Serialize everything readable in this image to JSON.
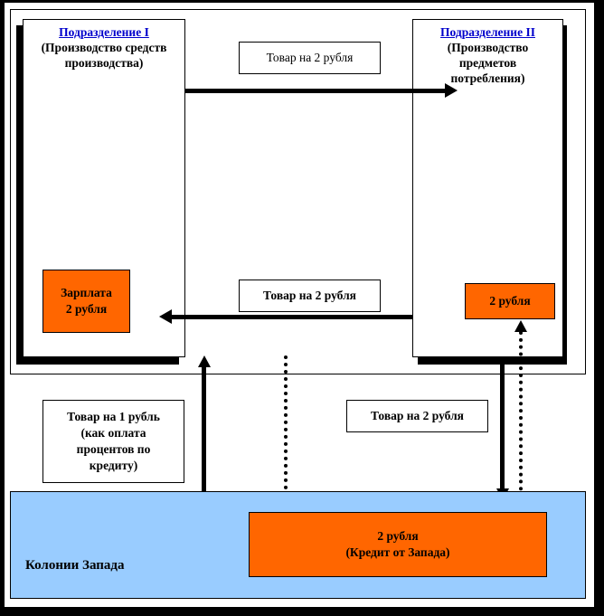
{
  "diagram": {
    "title_hidden": "",
    "departments": [
      {
        "id": "dept-1",
        "title": "Подразделение I",
        "subtitle_line1": "(Производство средств",
        "subtitle_line2": "производства)"
      },
      {
        "id": "dept-2",
        "title": "Подразделение II",
        "subtitle_line1": "(Производство",
        "subtitle_line2": "предметов",
        "subtitle_line3": "потребления)"
      }
    ],
    "flow_labels": [
      {
        "id": "goods-top",
        "text": "Товар на 2 рубля"
      },
      {
        "id": "goods-middle",
        "text": "Товар на 2 рубля"
      },
      {
        "id": "goods-credit-interest-line1",
        "text": "Товар на 1 рубль"
      },
      {
        "id": "goods-credit-interest-line2",
        "text": "(как оплата"
      },
      {
        "id": "goods-credit-interest-line3",
        "text": "процентов по"
      },
      {
        "id": "goods-credit-interest-line4",
        "text": "кредиту)"
      },
      {
        "id": "goods-bottom-right",
        "text": "Товар на 2 рубля"
      }
    ],
    "money_boxes": [
      {
        "id": "salary",
        "line1": "Зарплата",
        "line2": "2 рубля"
      },
      {
        "id": "two-rubles",
        "line1": "2 рубля"
      },
      {
        "id": "west-credit",
        "line1": "2 рубля",
        "line2": "(Кредит от Запада)"
      }
    ],
    "regions": [
      {
        "id": "colonies",
        "label": "Колонии Запада"
      }
    ],
    "colors": {
      "orange": "#FF6600",
      "blue": "#99CCFF",
      "title_blue": "#0000CC",
      "line_black": "#000000",
      "background": "#FFFFFF"
    }
  }
}
